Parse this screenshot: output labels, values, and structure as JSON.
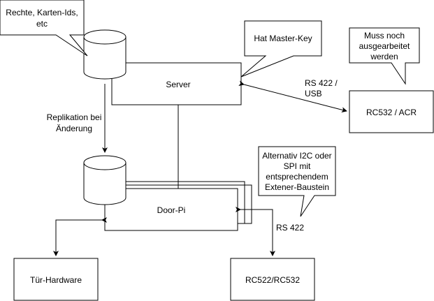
{
  "boxes": {
    "server": "Server",
    "door_pi": "Door-Pi",
    "rc532_acr": "RC532 / ACR",
    "rc522_rc532": "RC522/RC532",
    "tuer_hardware": "Tür-Hardware"
  },
  "callouts": {
    "rechte": [
      "Rechte, Karten-Ids,",
      "etc"
    ],
    "master_key": [
      "Hat Master-Key"
    ],
    "muss_noch": [
      "Muss noch",
      "ausgearbeitet",
      "werden"
    ],
    "alternativ": [
      "Alternativ I2C oder",
      "SPI mit",
      "entsprechendem",
      "Extener-Baustein"
    ]
  },
  "edge_labels": {
    "replikation": [
      "Replikation bei",
      "Änderung"
    ],
    "rs422_usb": [
      "RS 422 /",
      "USB"
    ],
    "rs422": [
      "RS 422"
    ]
  }
}
